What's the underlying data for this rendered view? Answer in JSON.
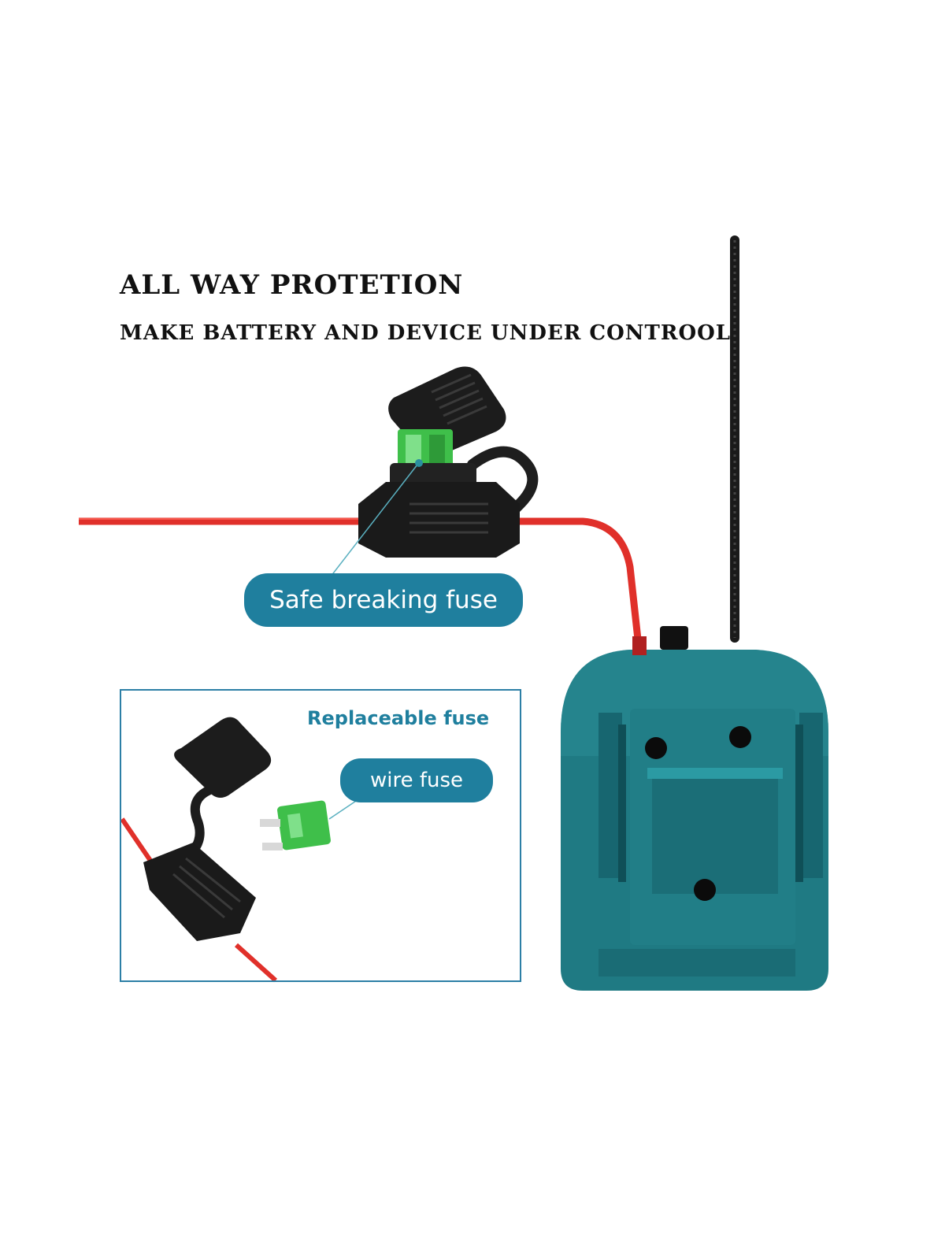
{
  "headline": "ALL WAY PROTETION",
  "subheadline": "MAKE BATTERY AND DEVICE UNDER CONTROOL",
  "callouts": {
    "main_fuse": "Safe breaking fuse",
    "inset_title": "Replaceable fuse",
    "inset_fuse": "wire fuse"
  },
  "colors": {
    "accent": "#1f7f9e",
    "wire": "#e0302a",
    "adapter": "#1f7a83",
    "fuse": "#3fbf4a"
  }
}
